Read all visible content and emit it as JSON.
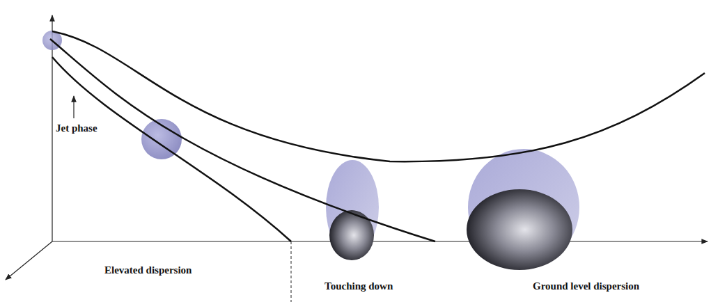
{
  "diagram": {
    "labels": [
      "Jet phase",
      "Elevated dispersion",
      "Touching down",
      "Ground level dispersion"
    ]
  }
}
